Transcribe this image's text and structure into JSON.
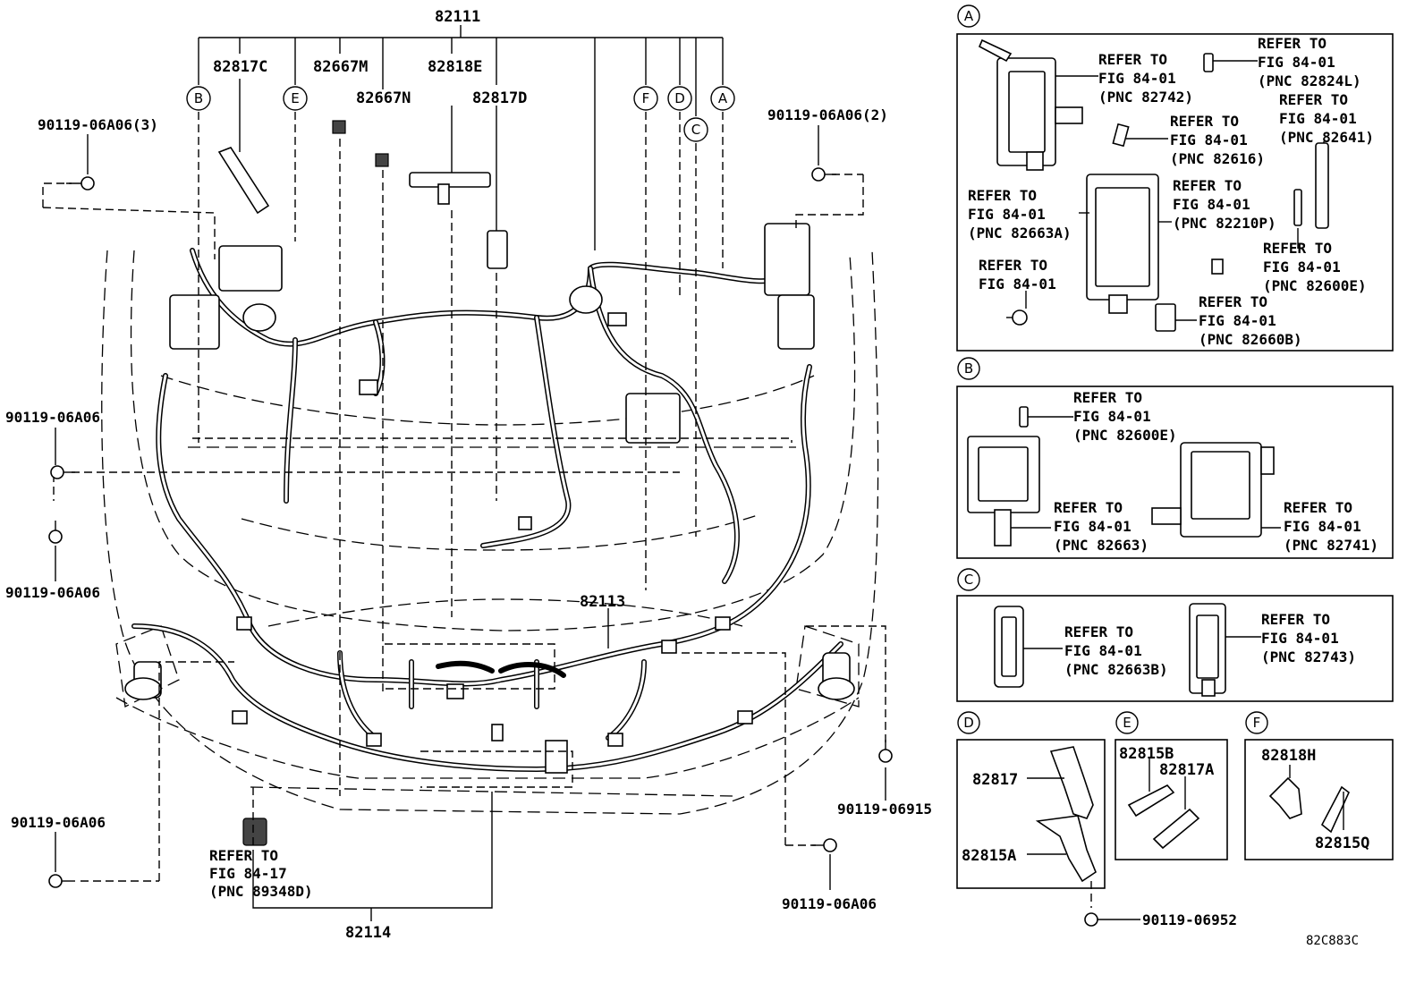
{
  "main": {
    "top_part": "82111",
    "part_82817C": "82817C",
    "part_82667M": "82667M",
    "part_82667N": "82667N",
    "part_82818E": "82818E",
    "part_82817D": "82817D",
    "part_82113": "82113",
    "part_82114": "82114",
    "bolt_tl": "90119-06A06(3)",
    "bolt_tr": "90119-06A06(2)",
    "bolt_l1": "90119-06A06",
    "bolt_l2": "90119-06A06",
    "bolt_bl": "90119-06A06",
    "bolt_br1": "90119-06915",
    "bolt_br2": "90119-06A06",
    "ref_bottom": [
      "REFER TO",
      "FIG 84-17",
      "(PNC 89348D)"
    ],
    "callouts": [
      "B",
      "E",
      "F",
      "D",
      "A",
      "C"
    ]
  },
  "panels": {
    "A": {
      "letter": "A",
      "refs": [
        [
          "REFER TO",
          "FIG 84-01",
          "(PNC 82742)"
        ],
        [
          "REFER TO",
          "FIG 84-01",
          "(PNC 82824L)"
        ],
        [
          "REFER TO",
          "FIG 84-01",
          "(PNC 82641)"
        ],
        [
          "REFER TO",
          "FIG 84-01",
          "(PNC 82616)"
        ],
        [
          "REFER TO",
          "FIG 84-01",
          "(PNC 82663A)"
        ],
        [
          "REFER TO",
          "FIG 84-01",
          "(PNC 82210P)"
        ],
        [
          "REFER TO",
          "FIG 84-01"
        ],
        [
          "REFER TO",
          "FIG 84-01",
          "(PNC 82600E)"
        ],
        [
          "REFER TO",
          "FIG 84-01",
          "(PNC 82660B)"
        ]
      ]
    },
    "B": {
      "letter": "B",
      "refs": [
        [
          "REFER TO",
          "FIG 84-01",
          "(PNC 82600E)"
        ],
        [
          "REFER TO",
          "FIG 84-01",
          "(PNC 82663)"
        ],
        [
          "REFER TO",
          "FIG 84-01",
          "(PNC 82741)"
        ]
      ]
    },
    "C": {
      "letter": "C",
      "refs": [
        [
          "REFER TO",
          "FIG 84-01",
          "(PNC 82663B)"
        ],
        [
          "REFER TO",
          "FIG 84-01",
          "(PNC 82743)"
        ]
      ]
    },
    "D": {
      "letter": "D",
      "parts": [
        "82817",
        "82815A"
      ],
      "bolt": "90119-06952"
    },
    "E": {
      "letter": "E",
      "parts": [
        "82815B",
        "82817A"
      ]
    },
    "F": {
      "letter": "F",
      "parts": [
        "82818H",
        "82815Q"
      ]
    }
  },
  "figure_code": "82C883C"
}
